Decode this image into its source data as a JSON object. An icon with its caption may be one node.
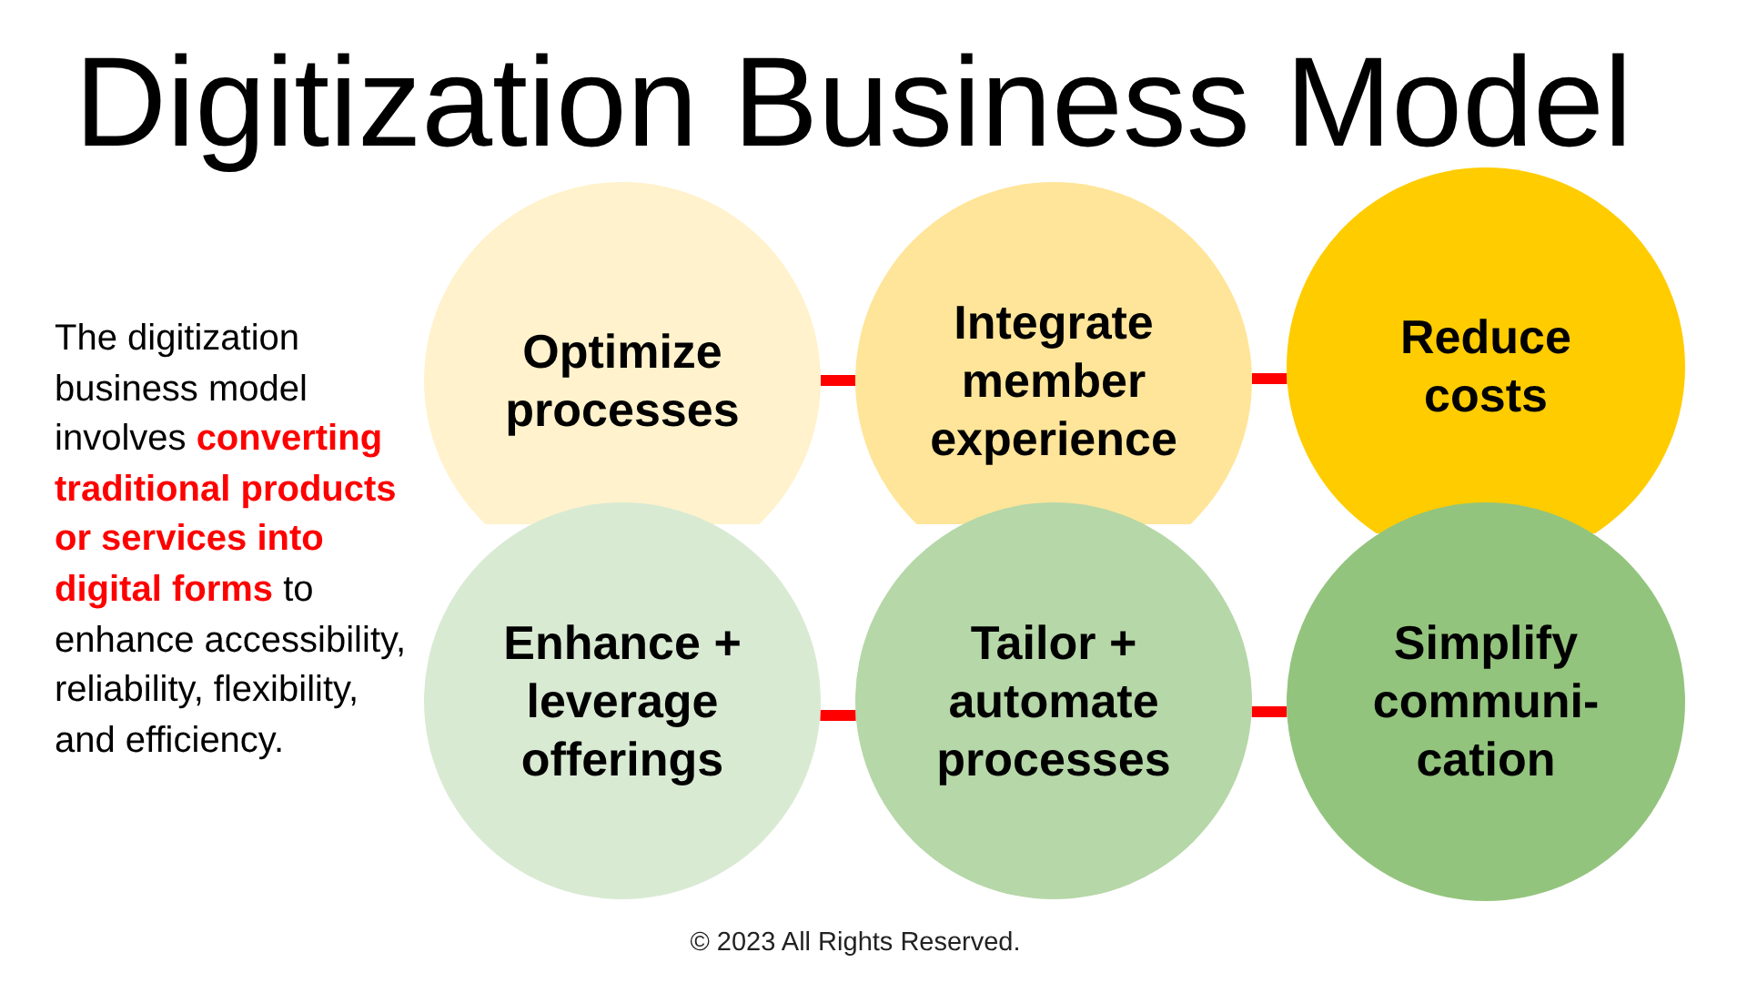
{
  "diagram": {
    "title": "Digitization Business Model",
    "nodes": [
      {
        "text": [
          "Optimize processes"
        ]
      },
      {
        "text": [
          "Integrate member experience"
        ]
      },
      {
        "text": [
          "Reduce costs"
        ]
      },
      {
        "text": [
          "Enhance + leverage offerings"
        ]
      },
      {
        "text": [
          "Tailor + automate processes"
        ]
      },
      {
        "text": [
          "Simplify communi- cation"
        ]
      }
    ],
    "edges": [
      {
        "from": 0,
        "to": 1,
        "arrow": "none"
      },
      {
        "from": 1,
        "to": 2,
        "arrow": "none"
      },
      {
        "from": 3,
        "to": 4,
        "arrow": "none"
      },
      {
        "from": 4,
        "to": 5,
        "arrow": "none"
      }
    ],
    "labels": [
      "The digitization business model involves **converting traditional products or services into digital forms** to enhance accessibility, reliability, flexibility, and efficiency.",
      "© 2023 All Rights Reserved."
    ]
  }
}
